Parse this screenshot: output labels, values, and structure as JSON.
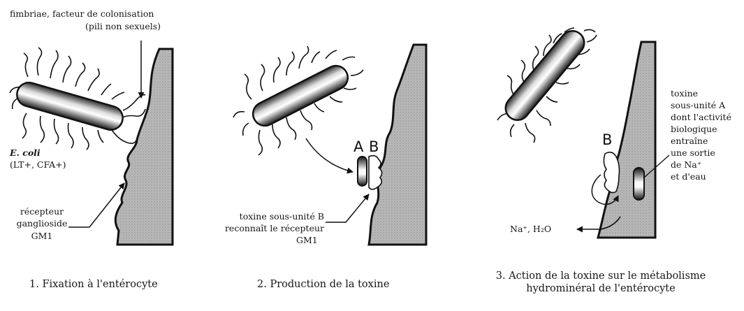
{
  "panel1": {
    "label_fimbriae": "fimbriae, facteur de colonisation",
    "label_pili": "(pili non sexuels)",
    "label_ecoli": "E. coli",
    "label_lt_cfa": "(LT+, CFA+)",
    "label_receptor_l1": "récepteur",
    "label_receptor_l2": "ganglioside",
    "label_receptor_l3": "GM1",
    "caption": "1. Fixation à l'entérocyte"
  },
  "panel2": {
    "letter_a": "A",
    "letter_b": "B",
    "label_l1": "toxine sous-unité B",
    "label_l2": "reconnaît le récepteur",
    "label_l3": "GM1",
    "caption": "2. Production de la toxine"
  },
  "panel3": {
    "letter_b": "B",
    "label_l1": "toxine",
    "label_l2": "sous-unité A",
    "label_l3": "dont l'activité",
    "label_l4": "biologique",
    "label_l5": "entraîne",
    "label_l6": "une sortie",
    "label_l7": "de Na⁺",
    "label_l8": "et d'eau",
    "label_nah2o": "Na⁺, H₂O",
    "caption_l1": "3. Action de la toxine sur le métabolisme",
    "caption_l2": "hydrominéral de l'entérocyte"
  }
}
